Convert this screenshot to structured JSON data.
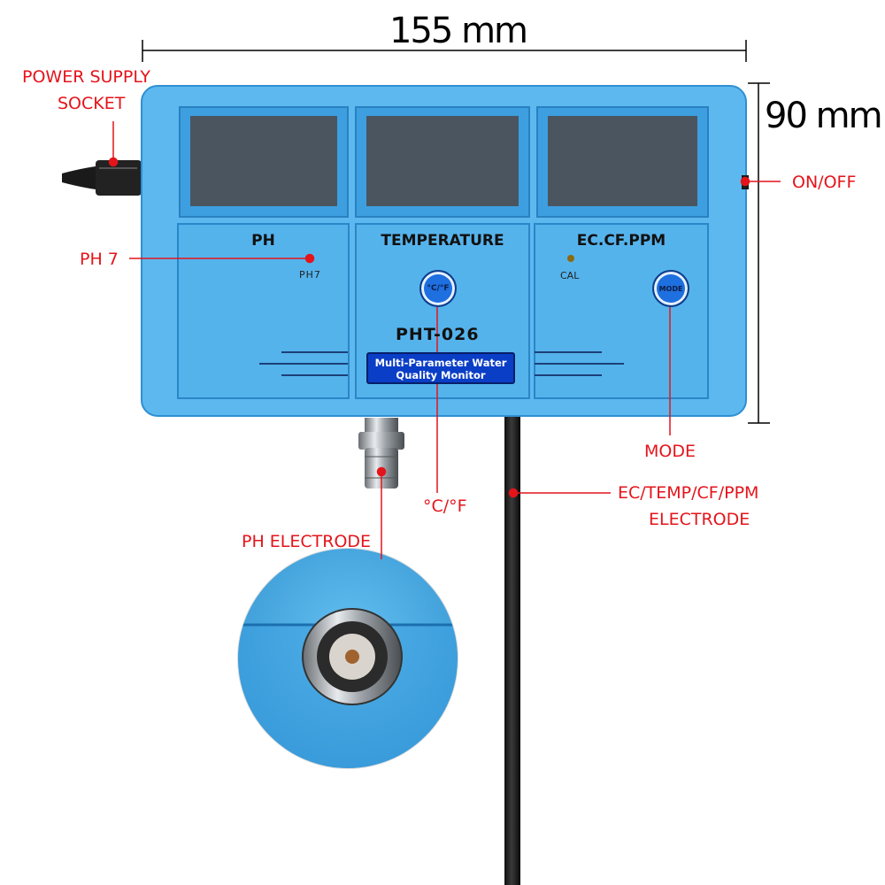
{
  "dimensions": {
    "width": "155 mm",
    "height": "90 mm"
  },
  "device": {
    "model": "PHT-026",
    "nameplate_line1": "Multi-Parameter Water",
    "nameplate_line2": "Quality Monitor",
    "panels": [
      {
        "title": "PH",
        "sublabel": "PH7"
      },
      {
        "title": "TEMPERATURE",
        "button_label": "°C/°F"
      },
      {
        "title": "EC.CF.PPM",
        "sublabel": "CAL",
        "button_label": "MODE"
      }
    ]
  },
  "callouts": {
    "power_line1": "POWER SUPPLY",
    "power_line2": "SOCKET",
    "on_off": "ON/OFF",
    "ph7": "PH 7",
    "mode": "MODE",
    "temp_unit": "°C/°F",
    "ec_line1": "EC/TEMP/CF/PPM",
    "ec_line2": "ELECTRODE",
    "ph_electrode": "PH ELECTRODE"
  },
  "colors": {
    "body": "#5cb8ee",
    "body_dark": "#2f8fd2",
    "screen": "#4a5560",
    "callout": "#e4141b",
    "nameplate": "#0b3ec6"
  }
}
